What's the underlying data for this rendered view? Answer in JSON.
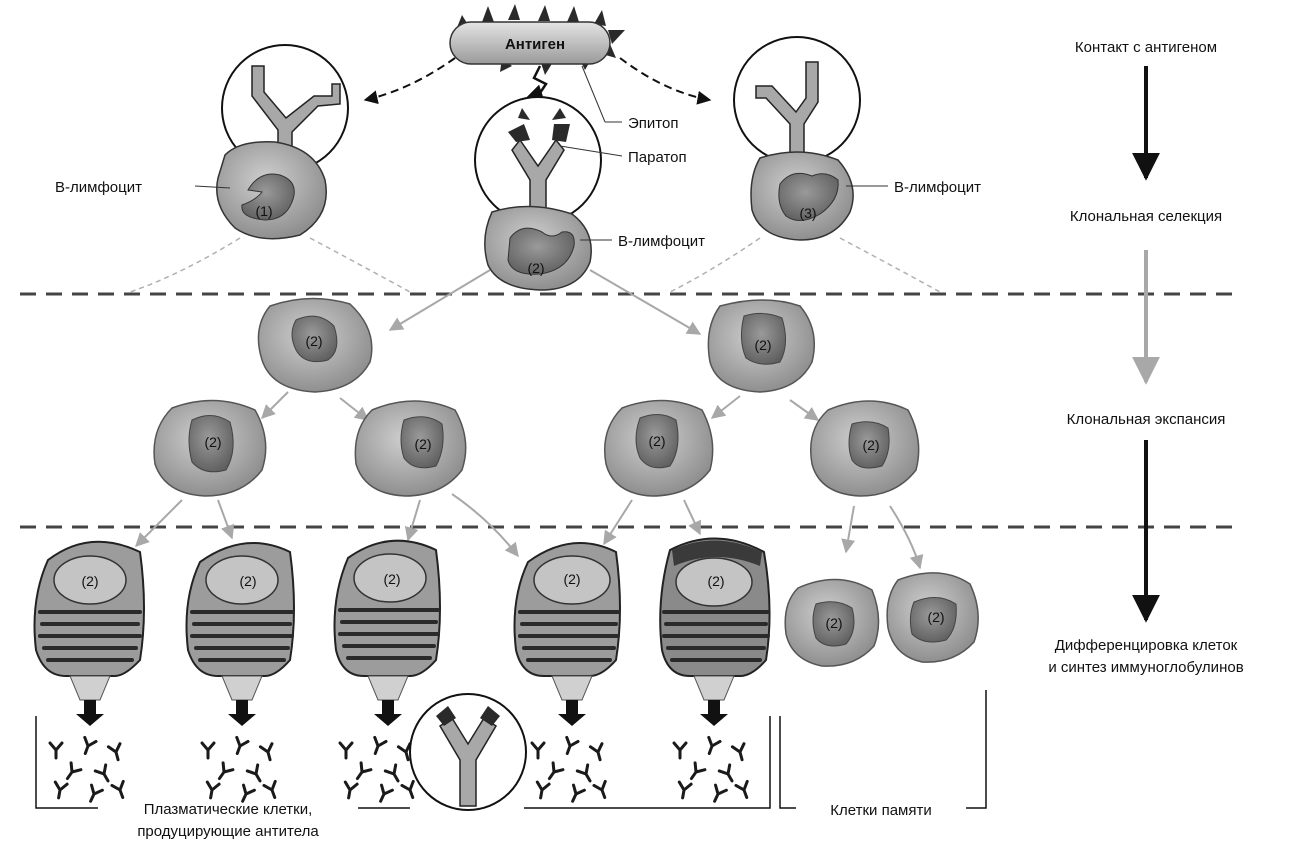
{
  "antigen": {
    "label": "Антиген"
  },
  "labels": {
    "epitope": "Эпитоп",
    "paratope": "Паратоп",
    "b_lymphocyte": "В-лимфоцит"
  },
  "cells_top": [
    "(1)",
    "(2)",
    "(3)"
  ],
  "clone_marker": "(2)",
  "stages": [
    "Контакт с антигеном",
    "Клональная селекция",
    "Клональная экспансия",
    "Дифференцировка клеток",
    "и синтез иммуноглобулинов"
  ],
  "bottom": {
    "plasma_line1": "Плазматические клетки,",
    "plasma_line2": "продуцирующие антитела",
    "memory": "Клетки памяти"
  },
  "colors": {
    "cell_fill": "#b3b3b3",
    "nucleus_fill": "#7a7a7a",
    "arrow_dark": "#111111",
    "arrow_light": "#a8a8a8"
  }
}
